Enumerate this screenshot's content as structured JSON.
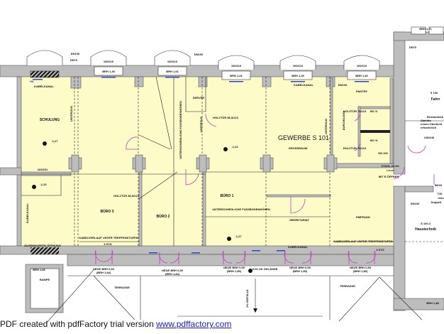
{
  "plan": {
    "title": "GEWERBE S 101",
    "subtitle": "GROSSRAUM",
    "rooms": [
      "SCHULUNG",
      "SERVER",
      "BÜRO 3",
      "BÜRO 2",
      "BÜRO 1",
      "SEKRETARIAT",
      "EMPFANG",
      "PANTRY",
      "WC D",
      "WC H",
      "RAMPE",
      "TERRASSE",
      "TERRASSE"
    ],
    "right_rooms": {
      "s106": "S 106",
      "s106_name": "Fahrr",
      "s1004": "S 100.4",
      "s1004_name": "Haustechnik"
    },
    "windows_top": [
      "160/110",
      "160/110",
      "160/110",
      "160/110",
      "160/110"
    ],
    "brh_top": [
      "BRH 1,35",
      "BRH 1,61",
      "BRH 1,61",
      "BRH 1,49",
      "BRH 1,60"
    ],
    "pipes": [
      "DN100",
      "DN70",
      "DN100",
      "DN100",
      "DN70",
      "DN100",
      "DN 100"
    ],
    "cable": [
      "KABELKANAL",
      "KABELKANAL",
      "KABELKANAL",
      "KABELKANAL"
    ],
    "beams": [
      "UNTERZUG",
      "UNTERZUG",
      "UNTERZUG"
    ],
    "floor_note": "UNTERSCHIEDLICHE FUSSBODENHÖHEN",
    "doors": [
      "HOLZTÜR 86,5/213",
      "HOLZTÜR 86,5/213",
      "HOLZTÜR 78/213",
      "HOLZTÜR 78/213",
      "103/201",
      "135/240",
      "88/20",
      "T30"
    ],
    "levels": [
      "-1,27",
      "-1,23",
      "-1,23",
      "-1,27",
      "-0,06 OK GELÄNDE"
    ],
    "passage": "DURCHGANG",
    "steel_glass": [
      "STAHL-GLAS",
      "T-30 RS",
      "MIT E-ÖFFNER"
    ],
    "existing_door_note": [
      "Bestandstür",
      "Stahltür",
      "neues Oberlicht",
      "erforderlich"
    ],
    "double_door_note": [
      "neue",
      "Doppelt"
    ],
    "stairs_cable": [
      "KABELVERLAUF UNTER TREPPENSTUFEN",
      "KABELVERLAUF UNTER TREPPENSTUFEN"
    ],
    "steps": [
      "3 STG",
      "3 STG"
    ],
    "walled_opening": "ZUGEMAUERTE ÖFFNUNG",
    "new_brh": [
      [
        "NEUE BRH 0,59",
        "(BRH 1,84)"
      ],
      [
        "NEUE BRH 0,59",
        "(BRH 1,84)"
      ],
      [
        "NEUE BRH 0,59",
        "(BRH 1,85)"
      ],
      [
        "NEUE BRH 0,59",
        "(BRH 1,85)"
      ],
      [
        "NEUE BRH 0,59",
        "(BRH 1,85)"
      ]
    ],
    "brh_other": [
      "BRH 1,66",
      "BRH 1,71",
      "BRH 1,88"
    ],
    "slope": "2% GEFÄLLE",
    "hk": "HK"
  },
  "footer": {
    "text": "PDF created with pdfFactory trial version ",
    "link": "www.pdffactory.com"
  }
}
